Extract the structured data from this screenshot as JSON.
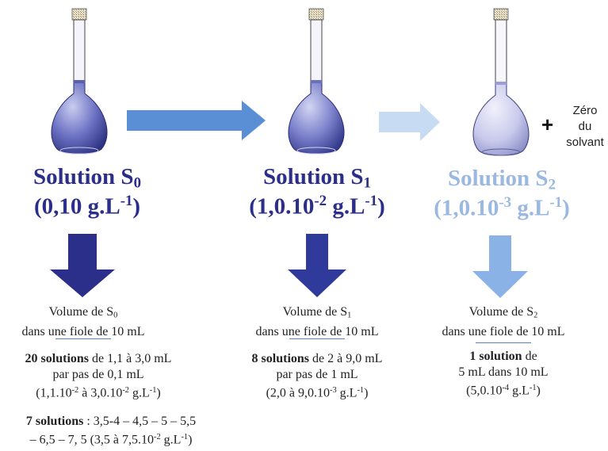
{
  "solutions": [
    {
      "title_main": "Solution S",
      "title_sub": "0",
      "conc_pre": "(0,10 g.L",
      "conc_sup": "-1",
      "conc_post": ")",
      "vol_pre": "Volume de S",
      "vol_sub": "0",
      "vol_line2": "dans une fiole de 10 mL",
      "a_bold": "20 solutions",
      "a_rest": " de 1,1 à 3,0 mL",
      "a_line2": "par pas de 0,1 mL",
      "a_l3_pre": "(1,1.10",
      "a_l3_sup1": "-2",
      "a_l3_mid": " à 3,0.10",
      "a_l3_sup2": "-2",
      "a_l3_post": " g.L",
      "a_l3_sup3": "-1",
      "a_l3_end": ")",
      "b_bold": "7 solutions",
      "b_rest": " : 3,5-4 – 4,5 – 5 – 5,5",
      "b_l2_pre": "– 6,5 – 7, 5 (3,5 à 7,5.10",
      "b_l2_sup1": "-2",
      "b_l2_mid": " g.L",
      "b_l2_sup2": "-1",
      "b_l2_end": ")"
    },
    {
      "title_main": "Solution S",
      "title_sub": "1",
      "conc_pre": "(1,0.10",
      "conc_sup1": "-2",
      "conc_mid": " g.L",
      "conc_sup2": "-1",
      "conc_post": ")",
      "vol_pre": "Volume de S",
      "vol_sub": "1",
      "vol_line2": "dans une fiole de 10 mL",
      "a_bold": "8 solutions",
      "a_rest": " de 2 à 9,0 mL",
      "a_line2": "par pas de 1 mL",
      "a_l3_pre": "(2,0 à 9,0.10",
      "a_l3_sup1": "-3",
      "a_l3_mid": " g.L",
      "a_l3_sup2": "-1",
      "a_l3_end": ")"
    },
    {
      "title_main": "Solution S",
      "title_sub": "2",
      "conc_pre": "(1,0.10",
      "conc_sup1": "-3",
      "conc_mid": " g.L",
      "conc_sup2": "-1",
      "conc_post": ")",
      "vol_pre": "Volume de S",
      "vol_sub": "2",
      "vol_line2": "dans une fiole de 10 mL",
      "a_bold": "1 solution",
      "a_rest": " de",
      "a_line2": "5 mL dans 10 mL",
      "a_l3_pre": "(5,0.10",
      "a_l3_sup1": "-4",
      "a_l3_mid": " g.L",
      "a_l3_sup2": "-1",
      "a_l3_end": ")"
    }
  ],
  "extra": {
    "plus": "+",
    "line1": "Zéro",
    "line2": "du",
    "line3": "solvant"
  },
  "colors": {
    "dark": "#2c2f8a",
    "medium": "#5a8fd6",
    "light": "#c7dcf3",
    "down_mid": "#2f3a9a",
    "down_light": "#8ab2e6"
  }
}
